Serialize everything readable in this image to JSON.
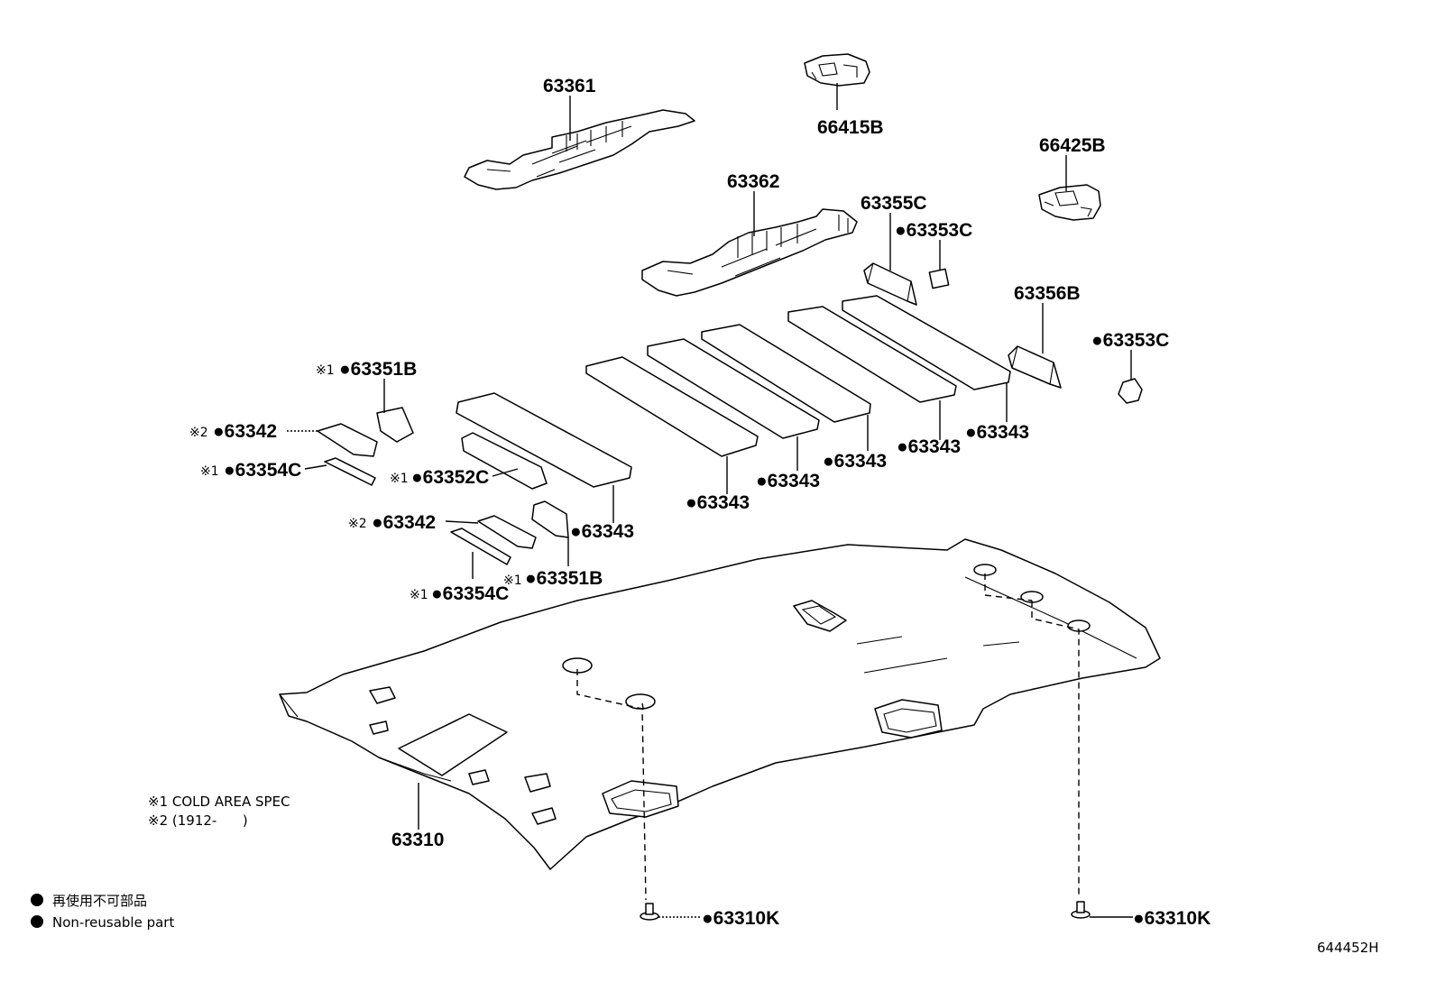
{
  "labels": {
    "l63361": "63361",
    "l66415B": "66415B",
    "l66425B": "66425B",
    "l63362": "63362",
    "l63355C": "63355C",
    "l63353C_a": "●63353C",
    "l63356B": "63356B",
    "l63353C_b": "●63353C",
    "l63351B_a_prefix": "※1",
    "l63351B_a": "●63351B",
    "l63342_a_prefix": "※2",
    "l63342_a": "●63342",
    "l63354C_a_prefix": "※1",
    "l63354C_a": "●63354C",
    "l63352C_prefix": "※1",
    "l63352C": "●63352C",
    "l63342_b_prefix": "※2",
    "l63342_b": "●63342",
    "l63343_a": "●63343",
    "l63351B_b_prefix": "※1",
    "l63351B_b": "●63351B",
    "l63354C_b_prefix": "※1",
    "l63354C_b": "●63354C",
    "l63343_b": "●63343",
    "l63343_c": "●63343",
    "l63343_d": "●63343",
    "l63343_e": "●63343",
    "l63343_f": "●63343",
    "l63310": "63310",
    "l63310K_a": "●63310K",
    "l63310K_b": "●63310K"
  },
  "notes": {
    "note1": "※1 COLD AREA SPEC",
    "note2": "※2 (1912-      )"
  },
  "legend": {
    "jp": "再使用不可部品",
    "en": "Non-reusable part"
  },
  "diagram_id": "644452H"
}
